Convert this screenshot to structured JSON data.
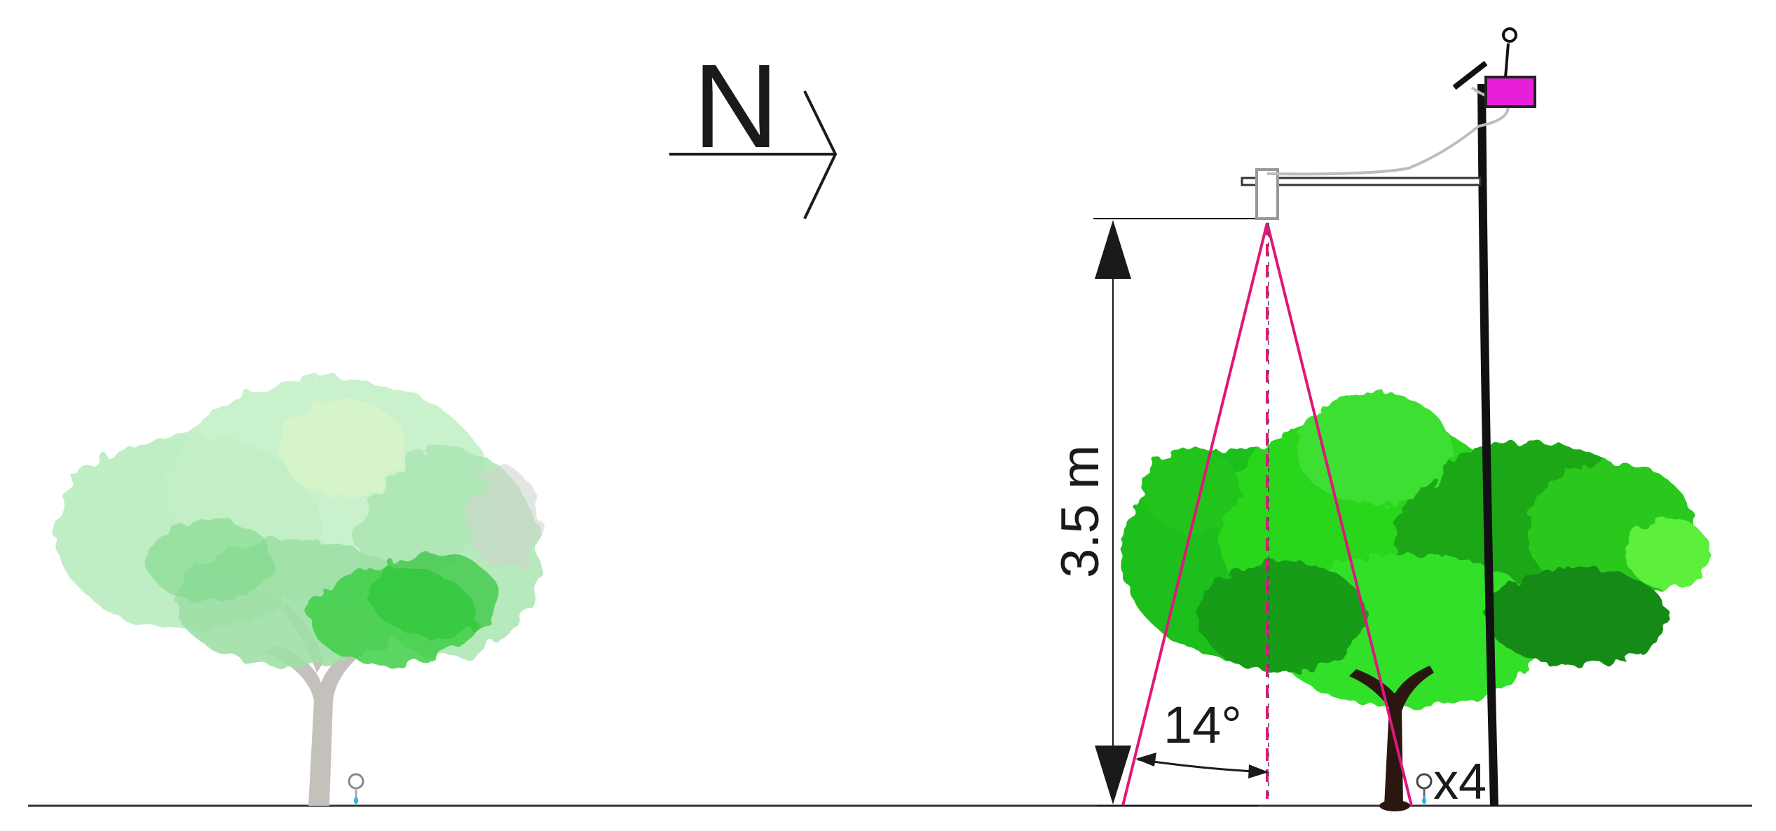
{
  "labels": {
    "north": "N",
    "height": "3.5 m",
    "angle": "14°",
    "count": "x4"
  },
  "icons": {
    "compass_arrow": "arrow-right-icon",
    "sensor": "sensor-box-icon",
    "logger": "data-logger-icon",
    "solar_panel": "solar-panel-icon",
    "antenna": "antenna-icon",
    "sprinkler": "drip-emitter-icon"
  },
  "colors": {
    "view_cone": "#e0177a",
    "logger": "#e81fd9",
    "canopy_reference": "#a8e6b0",
    "canopy_measured": "#22cc1a",
    "trunk_reference": "#c4c0bc",
    "trunk_measured": "#2a1710",
    "pole": "#111111",
    "ground": "#333333",
    "drip": "#29b6e8"
  }
}
